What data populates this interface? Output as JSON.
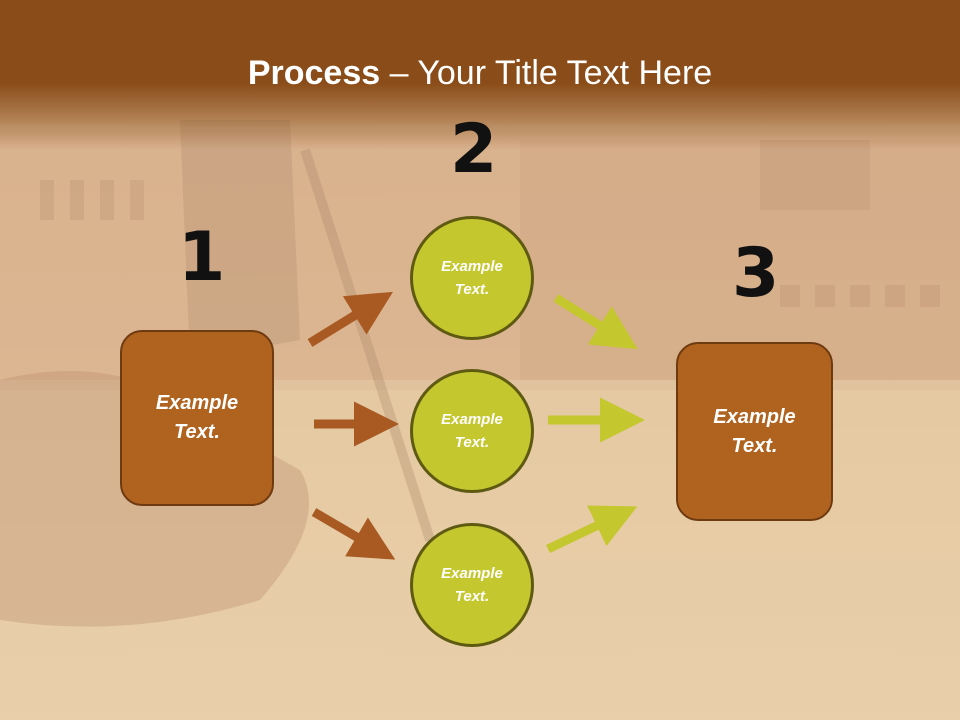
{
  "slide": {
    "title_bold": "Process",
    "title_rest": " – Your Title Text Here"
  },
  "steps": {
    "one": "1",
    "two": "2",
    "three": "3"
  },
  "nodes": {
    "start_box": "Example Text.",
    "circle_top": "Example Text.",
    "circle_middle": "Example Text.",
    "circle_bottom": "Example Text.",
    "end_box": "Example Text."
  },
  "colors": {
    "header": "#8a4c18",
    "box_fill": "#b0621f",
    "circle_fill": "#c5c72f",
    "arrow_brown": "#a85a22",
    "arrow_olive": "#c5c72f"
  }
}
